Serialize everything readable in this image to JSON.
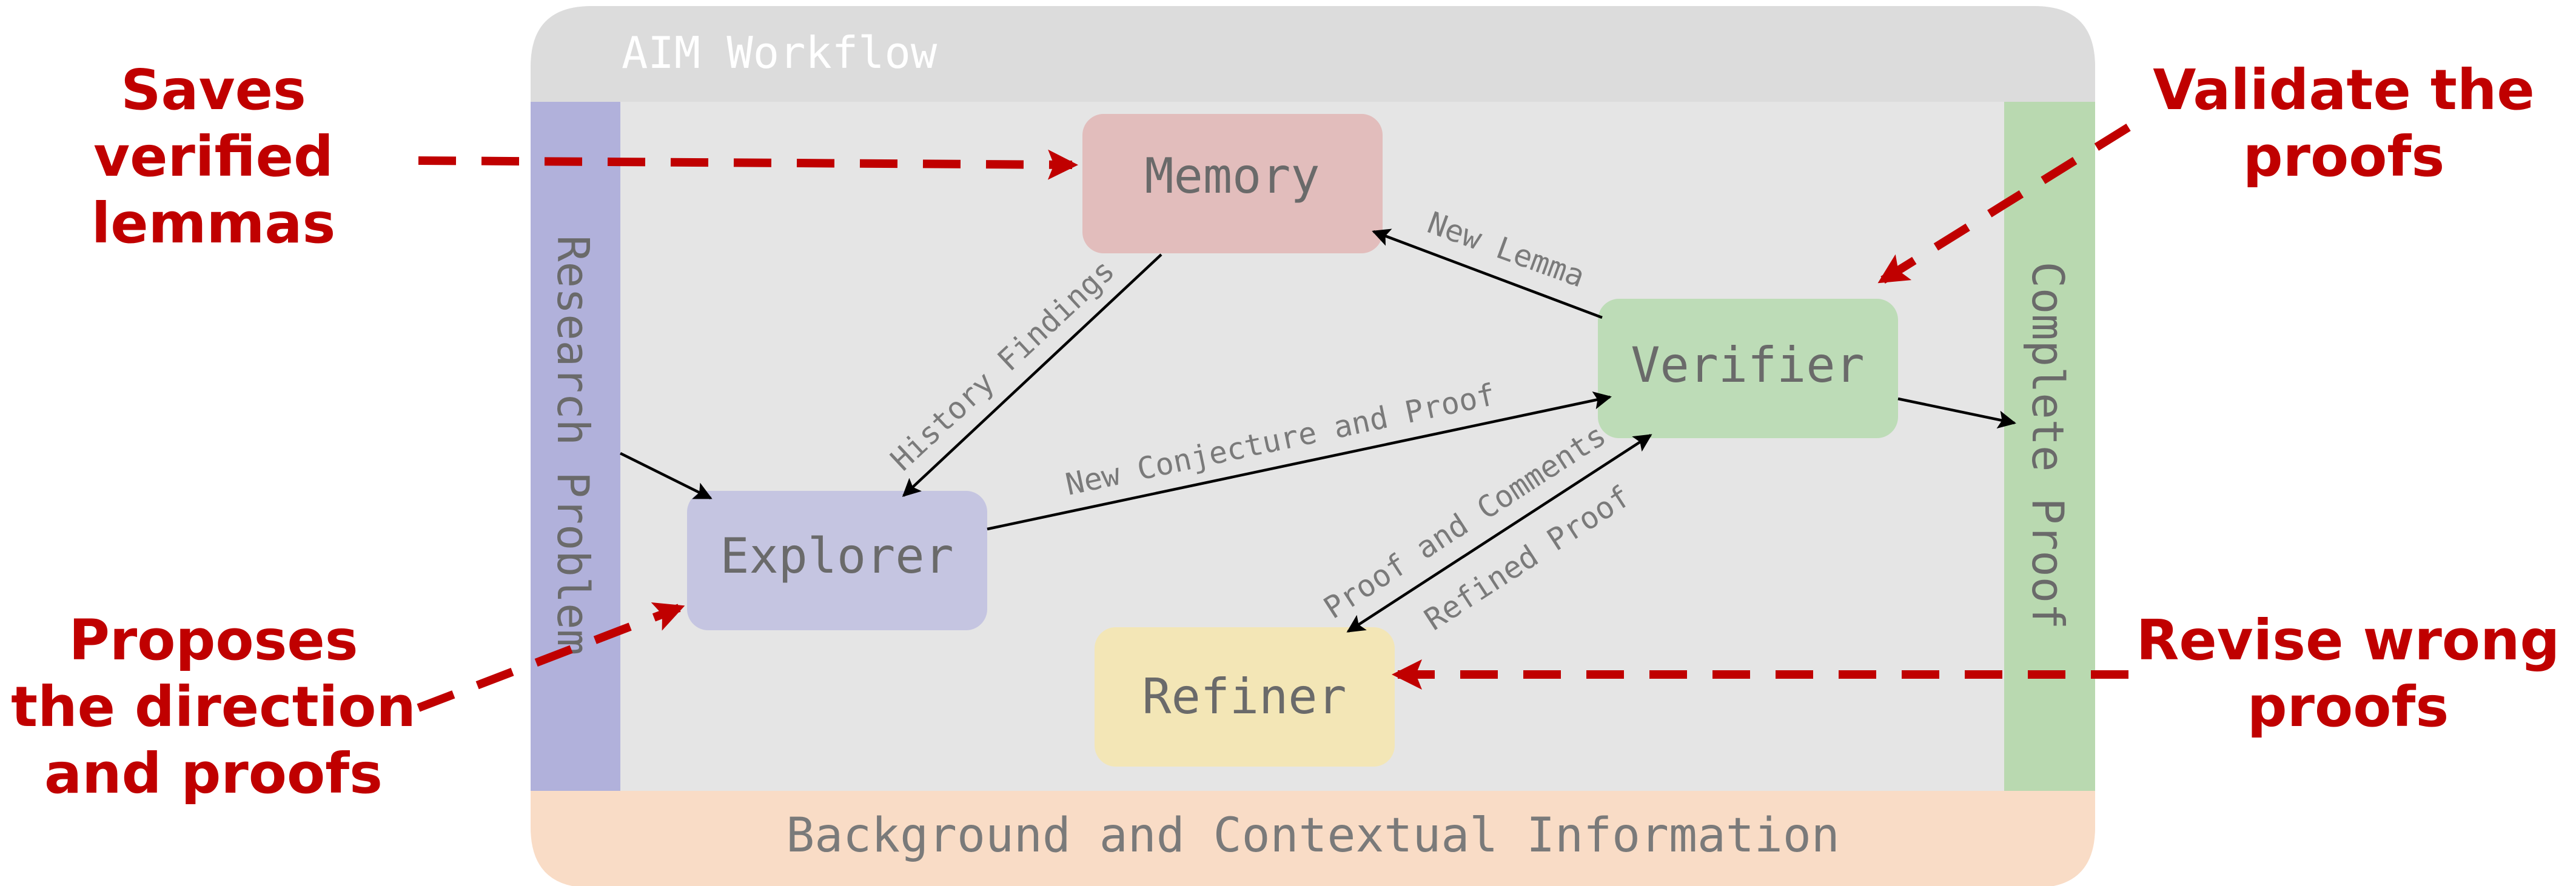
{
  "workflow": {
    "title": "AIM Workflow",
    "left_bar": "Research Problem",
    "right_bar": "Complete Proof",
    "bottom_bar": "Background and Contextual Information"
  },
  "nodes": {
    "memory": "Memory",
    "verifier": "Verifier",
    "explorer": "Explorer",
    "refiner": "Refiner"
  },
  "edges": {
    "history_findings": "History Findings",
    "new_lemma": "New Lemma",
    "new_conjecture": "New Conjecture and Proof",
    "proof_and_comments": "Proof and Comments",
    "refined_proof": "Refined Proof"
  },
  "annotations": {
    "memory": [
      "Saves",
      "verified",
      "lemmas"
    ],
    "verifier": [
      "Validate the",
      "proofs"
    ],
    "explorer": [
      "Proposes",
      "the direction",
      "and proofs"
    ],
    "refiner": [
      "Revise wrong",
      "proofs"
    ]
  },
  "colors": {
    "panel": "#e5e5e5",
    "title_bar": "#dcdcdc",
    "left_bar": "#b1b1db",
    "right_bar": "#b9d9b0",
    "bottom_bar": "#f9dcc6",
    "memory": "#e2bdbc",
    "verifier": "#bddcb7",
    "explorer": "#c5c5e1",
    "refiner": "#f3e6b6",
    "annotation": "#c00000",
    "node_text": "#6a6a6a",
    "edge_text": "#7a7a7a"
  }
}
